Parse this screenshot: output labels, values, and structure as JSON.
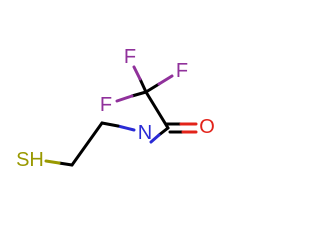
{
  "molecule": {
    "atoms": {
      "f_top": {
        "label": "F",
        "color": "#90319b"
      },
      "f_right": {
        "label": "F",
        "color": "#90319b"
      },
      "f_left": {
        "label": "F",
        "color": "#90319b"
      },
      "oxygen": {
        "label": "O",
        "color": "#e2231a"
      },
      "nitrogen": {
        "label": "N",
        "color": "#2a2bd5"
      },
      "thiol": {
        "label": "SH",
        "color": "#999900"
      }
    },
    "bond_color": "#000000"
  }
}
